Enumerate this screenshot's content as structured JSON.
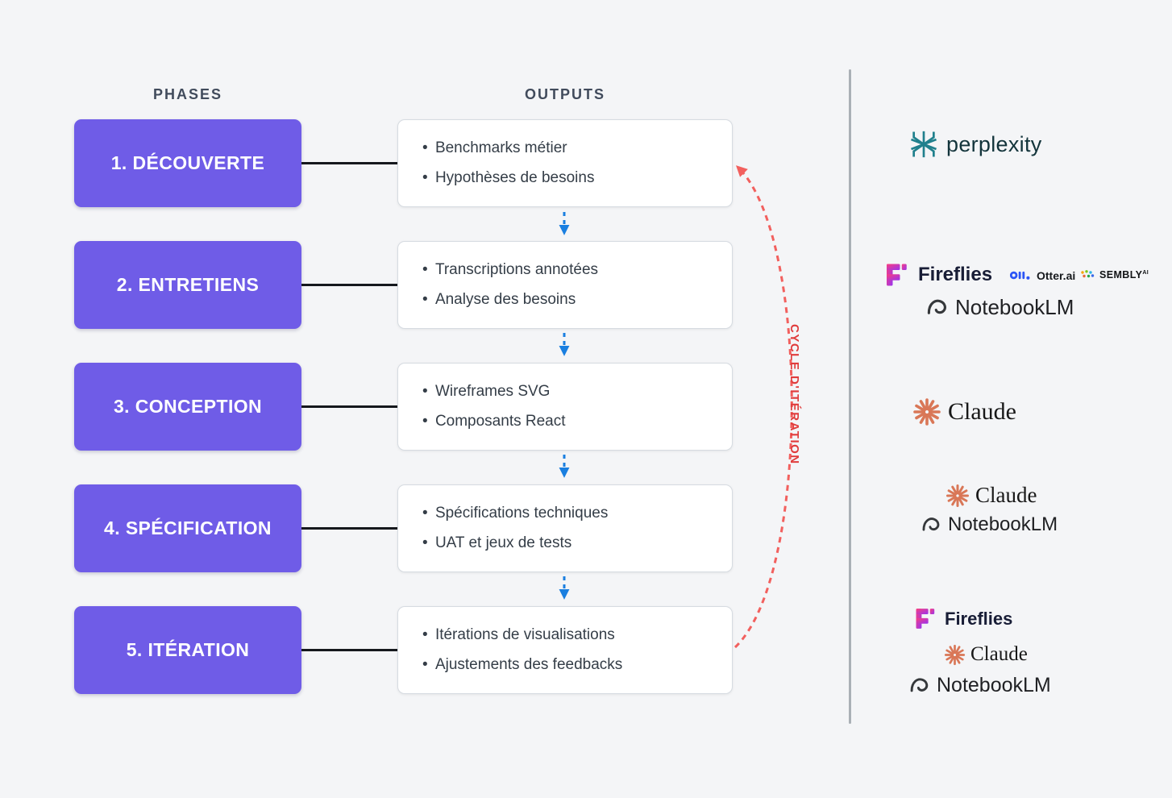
{
  "headers": {
    "phases": "PHASES",
    "outputs": "OUTPUTS"
  },
  "phases": [
    {
      "label": "1. DÉCOUVERTE",
      "outputs": [
        "Benchmarks métier",
        "Hypothèses de besoins"
      ]
    },
    {
      "label": "2. ENTRETIENS",
      "outputs": [
        "Transcriptions annotées",
        "Analyse des besoins"
      ]
    },
    {
      "label": "3. CONCEPTION",
      "outputs": [
        "Wireframes SVG",
        "Composants React"
      ]
    },
    {
      "label": "4. SPÉCIFICATION",
      "outputs": [
        "Spécifications techniques",
        "UAT et jeux de tests"
      ]
    },
    {
      "label": "5. ITÉRATION",
      "outputs": [
        "Itérations de visualisations",
        "Ajustements des feedbacks"
      ]
    }
  ],
  "cycle": {
    "label": "CYCLE D'ITÉRATION"
  },
  "tools": {
    "perplexity": {
      "name": "perplexity"
    },
    "fireflies": {
      "name": "Fireflies"
    },
    "otter": {
      "name": "Otter.ai"
    },
    "sembly": {
      "name": "SEMBLY",
      "sup": "AI"
    },
    "notebooklm": {
      "name": "NotebookLM"
    },
    "claude": {
      "name": "Claude"
    }
  },
  "colors": {
    "phase_box": "#6f5ce7",
    "flow_arrow": "#1a7fe0",
    "cycle_arrow": "#f2605e",
    "cycle_label": "#e03c3c",
    "perplexity_icon": "#20808D",
    "claude_icon": "#D97757",
    "fireflies_gradient": [
      "#FA3E7E",
      "#9A33EF"
    ],
    "otter_icon": "#2B55F6"
  }
}
